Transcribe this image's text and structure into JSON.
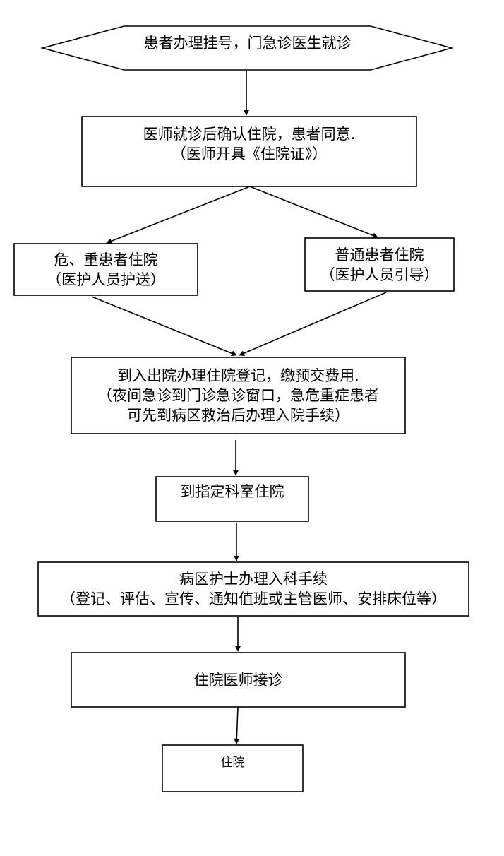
{
  "flowchart": {
    "start": [
      "患者办理挂号，门急诊医生就诊"
    ],
    "confirm": [
      "医师就诊后确认住院，患者同意.",
      "（医师开具《住院证》）"
    ],
    "critical": [
      "危、重患者住院",
      "（医护人员护送）"
    ],
    "normal": [
      "普通患者住院",
      "（医护人员引导）"
    ],
    "register": [
      "到入出院办理住院登记，缴预交费用.",
      "（夜间急诊到门诊急诊窗口，急危重症患者",
      "可先到病区救治后办理入院手续）"
    ],
    "department": [
      "到指定科室住院"
    ],
    "nurse": [
      "病区护士办理入科手续",
      "（登记、评估、宣传、通知值班或主管医师、安排床位等）"
    ],
    "doctor": [
      "住院医师接诊"
    ],
    "end": [
      "住院"
    ]
  }
}
